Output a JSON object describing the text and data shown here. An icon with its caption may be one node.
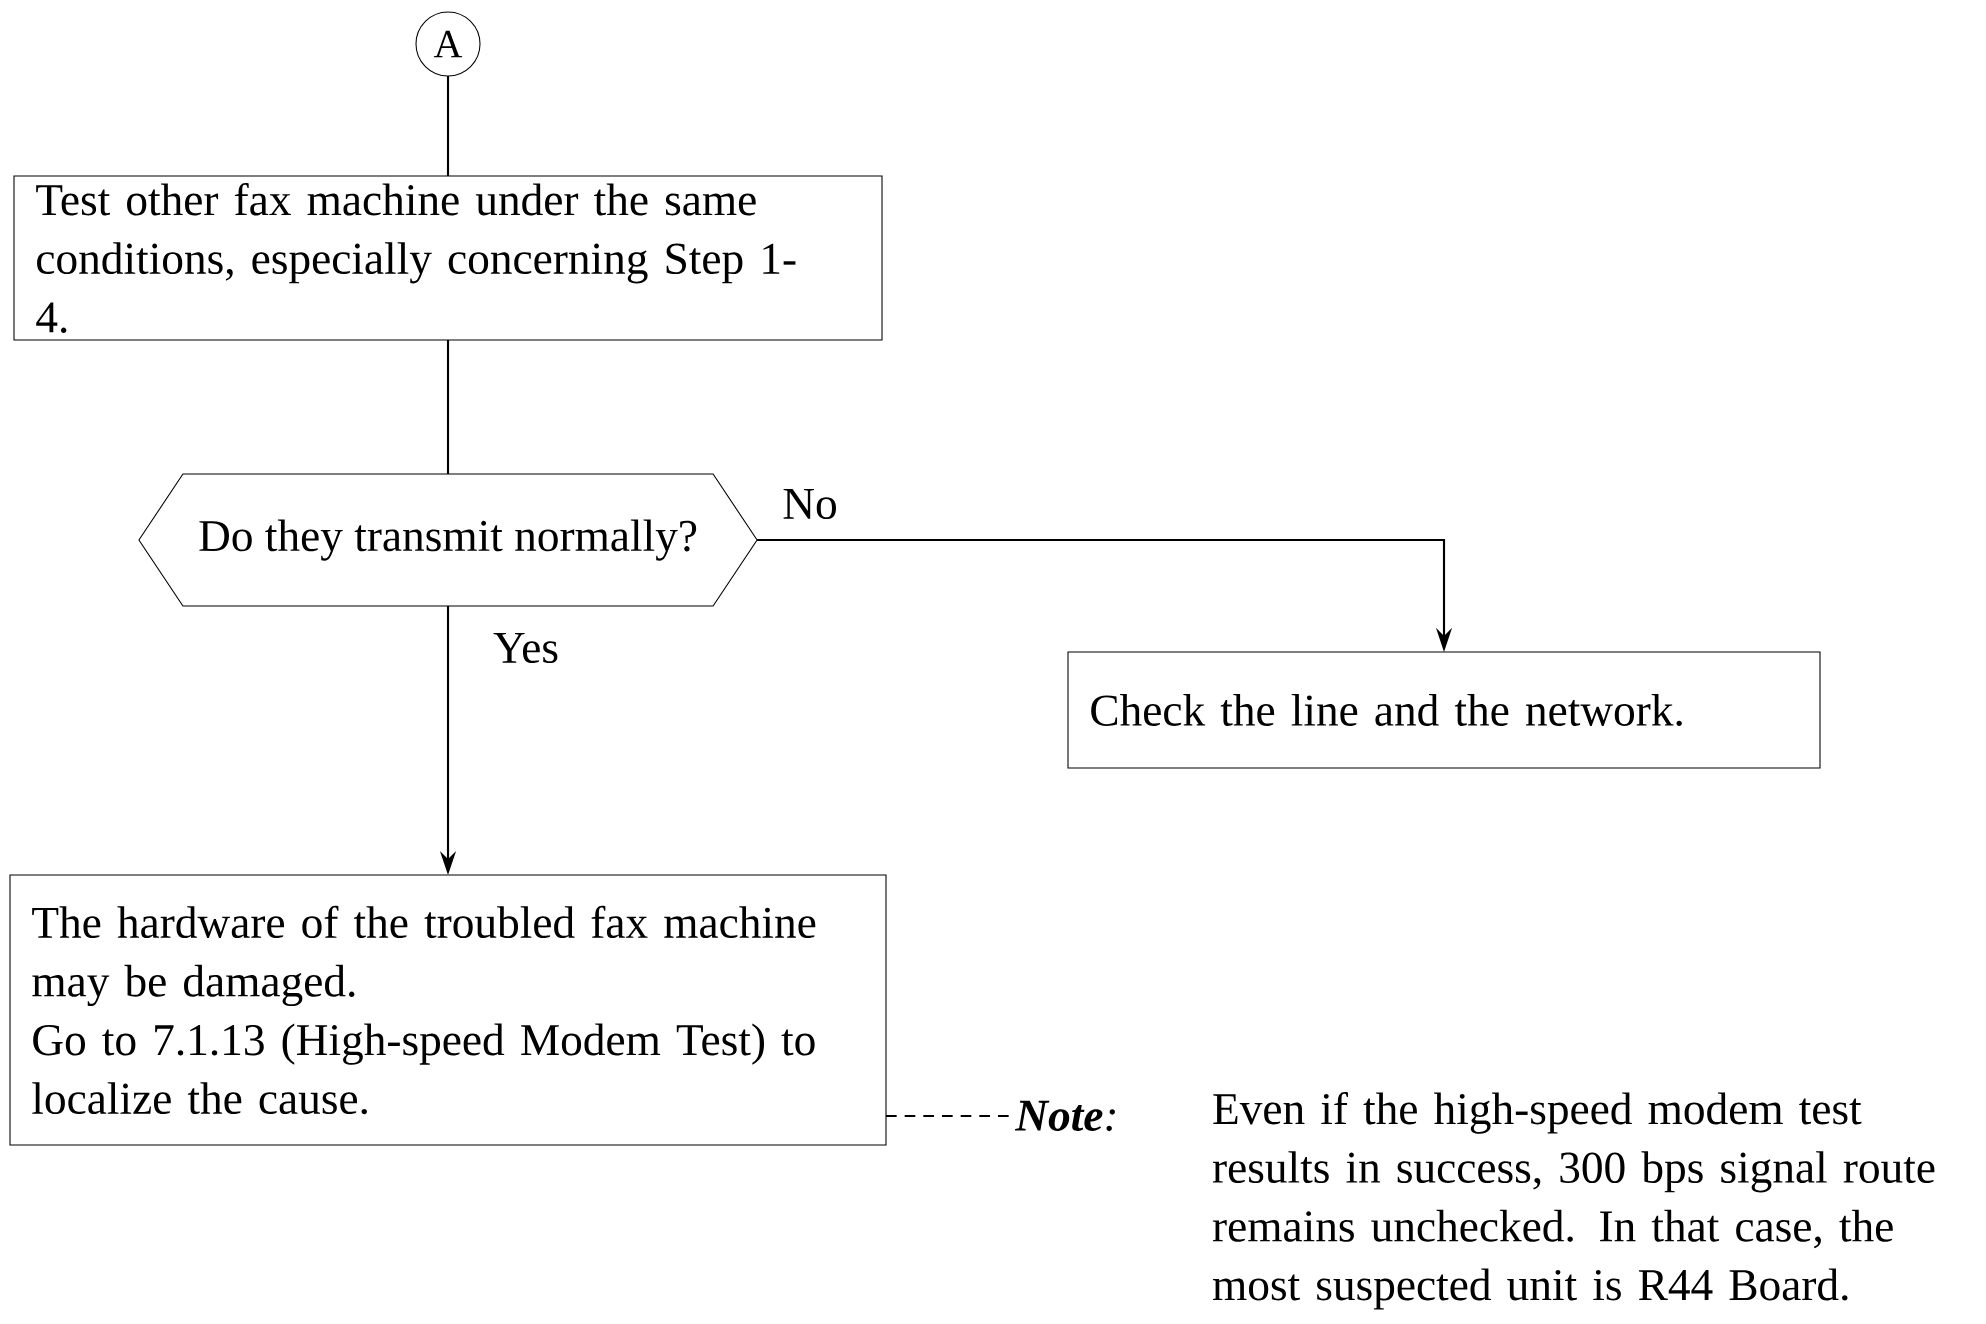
{
  "diagram": {
    "nodes": [
      {
        "text": [
          "A"
        ]
      },
      {
        "text": [
          "Test other fax machine under the same conditions, especially concerning Step 1-4."
        ]
      },
      {
        "text": [
          "Do they transmit normally?"
        ]
      },
      {
        "text": [
          "Check the line and the network."
        ]
      },
      {
        "text": [
          "The hardware of the troubled fax machine may be damaged.",
          "Go to 7.1.13 (High-speed Modem Test) to localize the cause."
        ]
      },
      {
        "text": [
          "**Note**:"
        ],
        "beside": [
          "Even if the high-speed modem test results in success, 300 bps signal route remains unchecked.  In that case, the most suspected unit is R44 Board."
        ]
      }
    ],
    "edges": [
      {
        "from": 0,
        "to": 1,
        "arrow": "none"
      },
      {
        "from": 1,
        "to": 2,
        "arrow": "none"
      },
      {
        "from": 2,
        "to": 3,
        "arrow": "to",
        "label": "No"
      },
      {
        "from": 2,
        "to": 4,
        "arrow": "to",
        "label": "Yes"
      },
      {
        "from": 4,
        "to": 5,
        "arrow": "none",
        "style": "dashed"
      }
    ]
  }
}
